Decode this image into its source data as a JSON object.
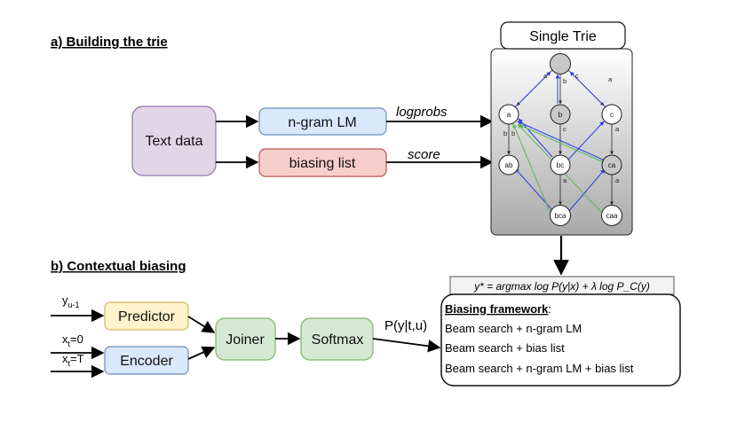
{
  "section_a": "a) Building the trie",
  "section_b": "b) Contextual biasing",
  "text_data": "Text data",
  "ngram_lm": "n-gram LM",
  "biasing_list": "biasing list",
  "logprobs": "logprobs",
  "score": "score",
  "single_trie": "Single Trie",
  "trie": {
    "root": "",
    "nodes": [
      "a",
      "b",
      "c",
      "ab",
      "bc",
      "ca",
      "bca",
      "caa"
    ],
    "edge_labels": [
      "a",
      "b",
      "c",
      "b",
      "c",
      "a",
      "b",
      "a",
      "a",
      "a"
    ]
  },
  "equation": "y* = argmax log P(y|x) + λ log P_C(y)",
  "framework_title": "Biasing framework",
  "framework_colon": ":",
  "framework_items": [
    "Beam search + n-gram LM",
    "Beam search + bias list",
    "Beam search + n-gram LM + bias list"
  ],
  "y_in": {
    "main": "y",
    "sub": "u-1"
  },
  "x0_in": {
    "main": "x",
    "sub": "t",
    "rest": "=0"
  },
  "xT_in": {
    "main": "x",
    "sub": "t",
    "rest": "=T"
  },
  "predictor": "Predictor",
  "encoder": "Encoder",
  "joiner": "Joiner",
  "softmax": "Softmax",
  "prob_label": "P(y|t,u)",
  "colors": {
    "text_data_fill": "#e1d5e7",
    "text_data_stroke": "#9673a6",
    "ngram_fill": "#dae8fc",
    "ngram_stroke": "#6c8ebf",
    "bias_fill": "#f8cecc",
    "bias_stroke": "#b85450",
    "predictor_fill": "#fff2cc",
    "predictor_stroke": "#d6b656",
    "encoder_fill": "#dae8fc",
    "encoder_stroke": "#6c8ebf",
    "green_fill": "#d5e8d4",
    "green_stroke": "#82b366",
    "blue_edge": "#2b3fe0",
    "green_edge": "#5cb85c"
  }
}
